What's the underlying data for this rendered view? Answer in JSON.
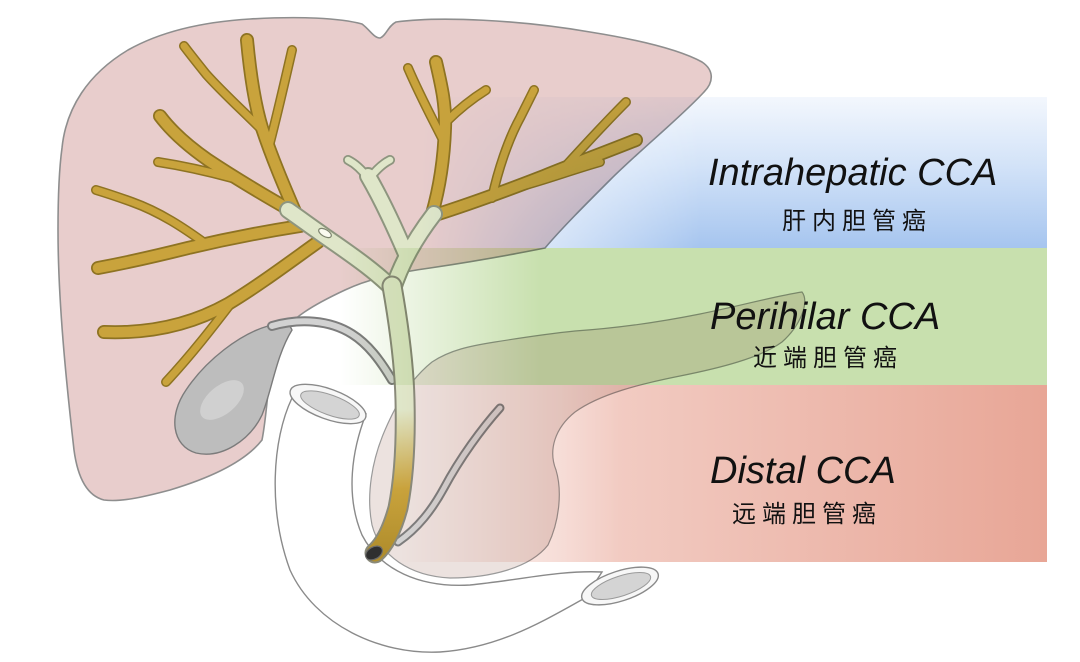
{
  "regions": [
    {
      "label": "Intrahepatic CCA",
      "label_zh": "肝内胆管癌"
    },
    {
      "label": "Perihilar CCA",
      "label_zh": "近端胆管癌"
    },
    {
      "label": "Distal CCA",
      "label_zh": "远端胆管癌"
    }
  ],
  "colors": {
    "intrahepatic_band": "#a6c5ef",
    "perihilar_band": "#c8e0ae",
    "distal_band": "#e8a696",
    "liver": "#e8cdcc",
    "bile_duct": "#c9a33c",
    "bile_duct_trunk": "#dfe6c9",
    "gallbladder": "#bdbdbd"
  }
}
